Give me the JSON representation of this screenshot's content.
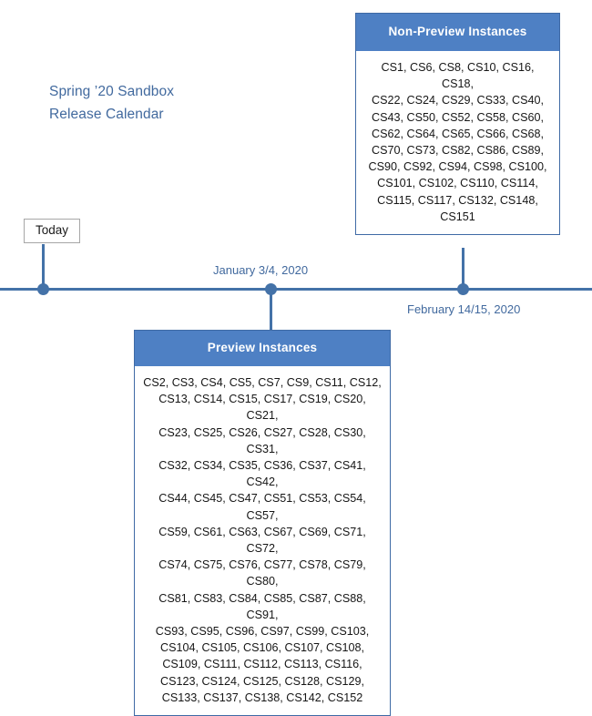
{
  "title": {
    "text": "Spring ’20 Sandbox\nRelease Calendar",
    "color": "#41699e"
  },
  "timeline": {
    "today_label": "Today",
    "markers": [
      {
        "name": "today",
        "label": "Today",
        "position": "left"
      },
      {
        "name": "january",
        "label": "January 3/4, 2020",
        "position": "above-axis"
      },
      {
        "name": "february",
        "label": "February 14/15, 2020",
        "position": "below-axis"
      }
    ],
    "january_label": "January 3/4, 2020",
    "february_label": "February 14/15, 2020",
    "axis_color": "#4472a8",
    "dot_color": "#4472a8"
  },
  "boxes": {
    "non_preview": {
      "header": "Non-Preview Instances",
      "header_color": "#4e80c4",
      "border_color": "#3f6aa5",
      "instances_text": "CS1, CS6, CS8, CS10, CS16, CS18,\nCS22, CS24, CS29, CS33, CS40,\nCS43, CS50, CS52, CS58, CS60,\nCS62, CS64, CS65, CS66, CS68,\nCS70, CS73, CS82, CS86, CS89,\nCS90, CS92, CS94, CS98, CS100,\nCS101, CS102, CS110, CS114,\nCS115, CS117, CS132, CS148,\nCS151",
      "instances": [
        "CS1",
        "CS6",
        "CS8",
        "CS10",
        "CS16",
        "CS18",
        "CS22",
        "CS24",
        "CS29",
        "CS33",
        "CS40",
        "CS43",
        "CS50",
        "CS52",
        "CS58",
        "CS60",
        "CS62",
        "CS64",
        "CS65",
        "CS66",
        "CS68",
        "CS70",
        "CS73",
        "CS82",
        "CS86",
        "CS89",
        "CS90",
        "CS92",
        "CS94",
        "CS98",
        "CS100",
        "CS101",
        "CS102",
        "CS110",
        "CS114",
        "CS115",
        "CS117",
        "CS132",
        "CS148",
        "CS151"
      ]
    },
    "preview": {
      "header": "Preview Instances",
      "header_color": "#4e80c4",
      "border_color": "#3f6aa5",
      "instances_text": "CS2, CS3, CS4, CS5, CS7, CS9, CS11, CS12,\nCS13, CS14, CS15, CS17, CS19, CS20, CS21,\nCS23, CS25, CS26, CS27, CS28, CS30, CS31,\nCS32, CS34, CS35, CS36, CS37, CS41, CS42,\nCS44, CS45, CS47, CS51, CS53, CS54, CS57,\nCS59, CS61, CS63, CS67, CS69, CS71, CS72,\nCS74, CS75, CS76, CS77, CS78, CS79, CS80,\nCS81, CS83, CS84, CS85, CS87, CS88, CS91,\nCS93, CS95, CS96, CS97, CS99, CS103,\nCS104, CS105, CS106, CS107, CS108,\nCS109, CS111, CS112, CS113, CS116,\nCS123, CS124, CS125, CS128, CS129,\nCS133, CS137, CS138, CS142, CS152",
      "instances": [
        "CS2",
        "CS3",
        "CS4",
        "CS5",
        "CS7",
        "CS9",
        "CS11",
        "CS12",
        "CS13",
        "CS14",
        "CS15",
        "CS17",
        "CS19",
        "CS20",
        "CS21",
        "CS23",
        "CS25",
        "CS26",
        "CS27",
        "CS28",
        "CS30",
        "CS31",
        "CS32",
        "CS34",
        "CS35",
        "CS36",
        "CS37",
        "CS41",
        "CS42",
        "CS44",
        "CS45",
        "CS47",
        "CS51",
        "CS53",
        "CS54",
        "CS57",
        "CS59",
        "CS61",
        "CS63",
        "CS67",
        "CS69",
        "CS71",
        "CS72",
        "CS74",
        "CS75",
        "CS76",
        "CS77",
        "CS78",
        "CS79",
        "CS80",
        "CS81",
        "CS83",
        "CS84",
        "CS85",
        "CS87",
        "CS88",
        "CS91",
        "CS93",
        "CS95",
        "CS96",
        "CS97",
        "CS99",
        "CS103",
        "CS104",
        "CS105",
        "CS106",
        "CS107",
        "CS108",
        "CS109",
        "CS111",
        "CS112",
        "CS113",
        "CS116",
        "CS123",
        "CS124",
        "CS125",
        "CS128",
        "CS129",
        "CS133",
        "CS137",
        "CS138",
        "CS142",
        "CS152"
      ]
    }
  }
}
